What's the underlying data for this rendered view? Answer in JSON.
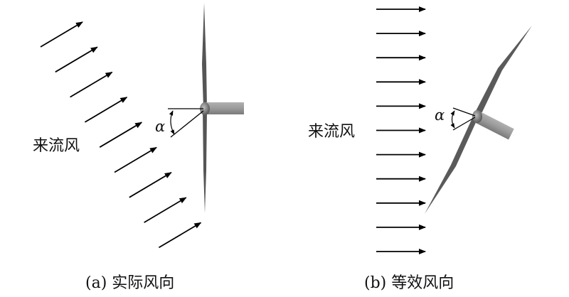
{
  "panels": [
    {
      "id": "a",
      "caption": "(a) 实际风向",
      "inflow_label": "来流风",
      "angle_symbol": "α",
      "wind_arrow_count": 9
    },
    {
      "id": "b",
      "caption": "(b) 等效风向",
      "inflow_label": "来流风",
      "angle_symbol": "α",
      "wind_arrow_count": 11
    }
  ],
  "colors": {
    "arrow": "#000000",
    "blade": "#5a5a5a",
    "nacelle": "#9a9a9a",
    "hub": "#6e6e6e"
  }
}
